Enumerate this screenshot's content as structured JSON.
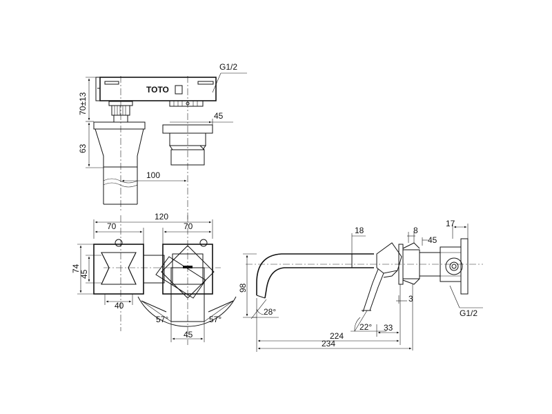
{
  "brand": "TOTO",
  "top_view": {
    "thread_label": "G1/2",
    "dim_height_upper": "70±13",
    "dim_height_lower": "63",
    "dim_width_right": "45",
    "dim_spacing": "100"
  },
  "front_view": {
    "dim_overall": "120",
    "dim_left_width": "70",
    "dim_right_width": "70",
    "dim_height": "74",
    "dim_inner_height": "45",
    "dim_base_left": "40",
    "dim_base_right": "45",
    "angle_left": "57°",
    "angle_right": "57°"
  },
  "side_view": {
    "dim_spout_height": "98",
    "dim_spout_top": "18",
    "dim_flange": "8",
    "dim_body": "45",
    "dim_rear": "17",
    "dim_gap": "3",
    "dim_offset": "33",
    "dim_reach": "224",
    "dim_total": "234",
    "angle_spout": "28°",
    "angle_lever": "22°",
    "thread_label": "G1/2"
  }
}
